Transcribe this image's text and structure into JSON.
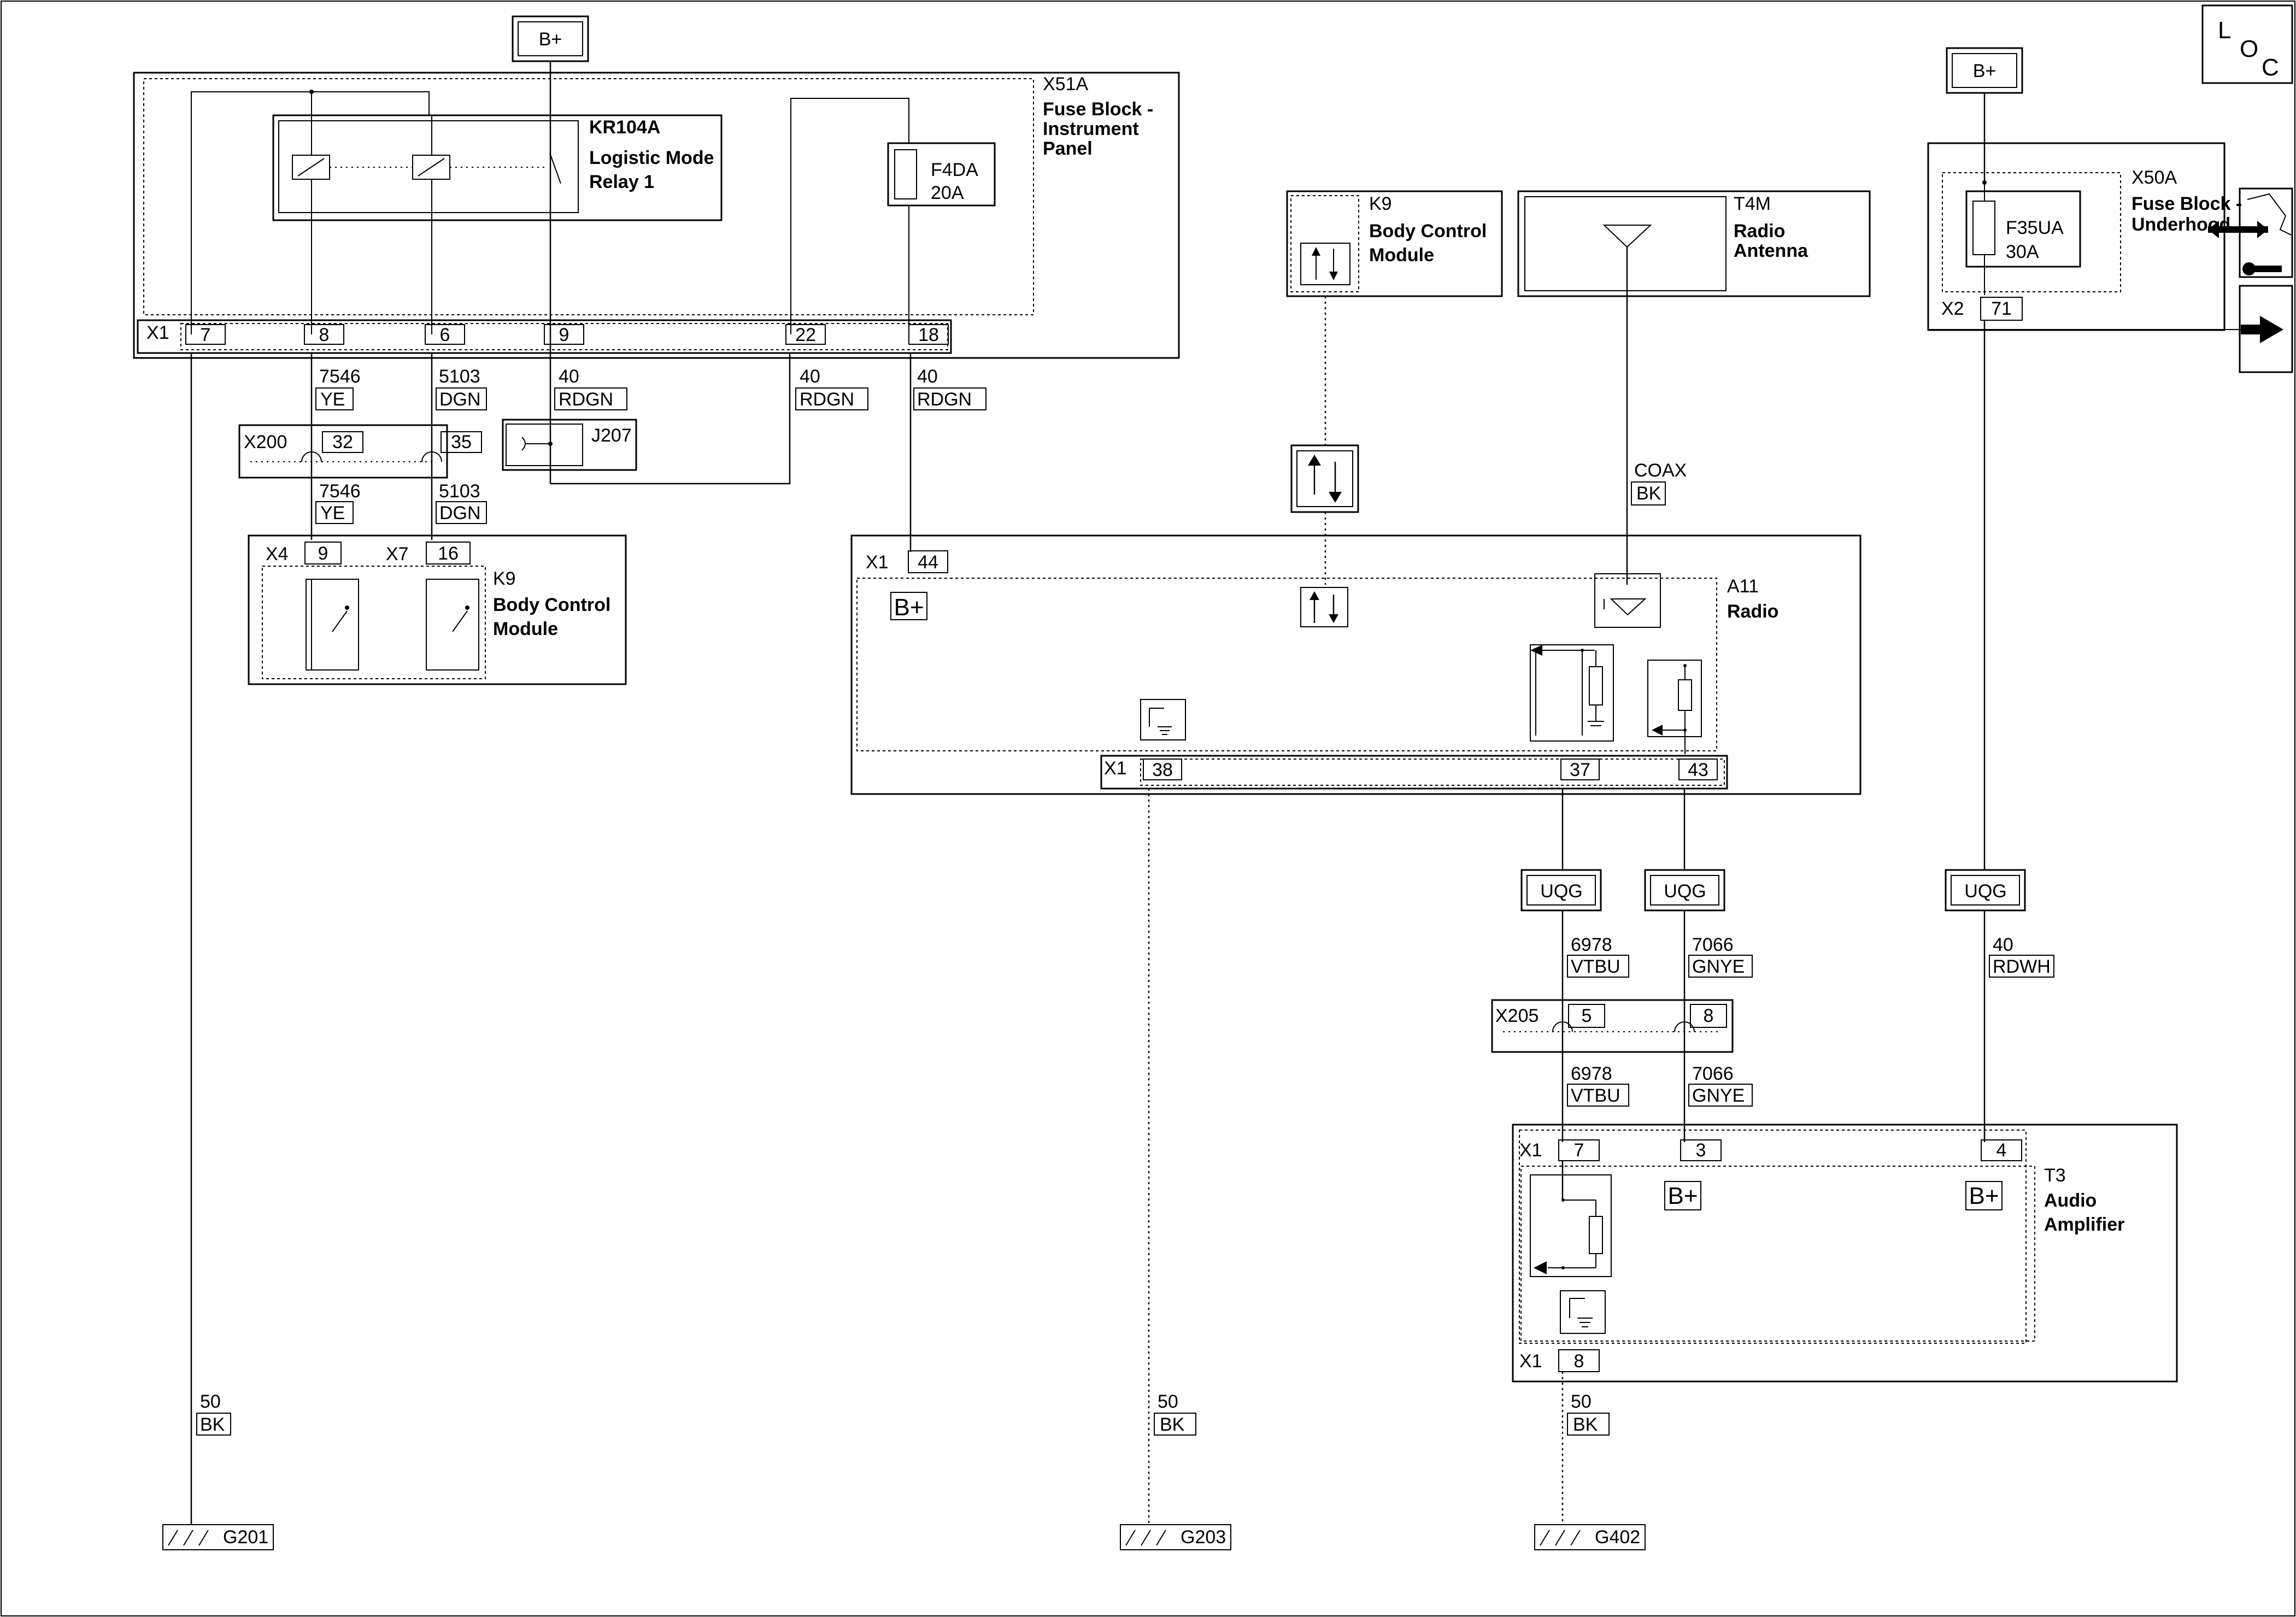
{
  "diagram": {
    "supply_top": "B+",
    "supply_right": "B+",
    "x51a": {
      "id": "X51A",
      "name": [
        "Fuse Block -",
        "Instrument",
        "Panel"
      ],
      "conn": "X1",
      "pins": [
        "7",
        "8",
        "6",
        "9",
        "22",
        "18"
      ]
    },
    "relay": {
      "id": "KR104A",
      "name": [
        "Logistic Mode",
        "Relay 1"
      ]
    },
    "fuse_f4da": {
      "id": "F4DA",
      "rating": "20A"
    },
    "x50a": {
      "id": "X50A",
      "name": [
        "Fuse Block -",
        "Underhood"
      ],
      "conn": "X2",
      "pin": "71"
    },
    "fuse_f35ua": {
      "id": "F35UA",
      "rating": "30A"
    },
    "k9_top": {
      "id": "K9",
      "name": [
        "Body Control",
        "Module"
      ]
    },
    "t4m": {
      "id": "T4M",
      "name": [
        "Radio",
        "Antenna"
      ]
    },
    "coax": {
      "label": "COAX",
      "color": "BK"
    },
    "wires_x51a": [
      {
        "circuit": "7546",
        "color": "YE"
      },
      {
        "circuit": "5103",
        "color": "DGN"
      },
      {
        "circuit": "40",
        "color": "RDGN"
      },
      {
        "circuit": "40",
        "color": "RDGN"
      },
      {
        "circuit": "40",
        "color": "RDGN"
      }
    ],
    "x200": {
      "id": "X200",
      "pins": [
        "32",
        "35"
      ]
    },
    "j207": "J207",
    "wires_x200": [
      {
        "circuit": "7546",
        "color": "YE"
      },
      {
        "circuit": "5103",
        "color": "DGN"
      }
    ],
    "k9_left": {
      "id": "K9",
      "name": [
        "Body Control",
        "Module"
      ],
      "conns": [
        "X4",
        "X7"
      ],
      "pins": [
        "9",
        "16"
      ]
    },
    "a11": {
      "id": "A11",
      "name": [
        "Radio"
      ],
      "conn_top": "X1",
      "pin_top": "44",
      "bplus": "B+",
      "conn_bottom": "X1",
      "pins_bottom": [
        "38",
        "37",
        "43"
      ]
    },
    "uqg": [
      "UQG",
      "UQG",
      "UQG"
    ],
    "wires_uqg": [
      {
        "circuit": "6978",
        "color": "VTBU"
      },
      {
        "circuit": "7066",
        "color": "GNYE"
      },
      {
        "circuit": "40",
        "color": "RDWH"
      }
    ],
    "x205": {
      "id": "X205",
      "pins": [
        "5",
        "8"
      ]
    },
    "wires_x205": [
      {
        "circuit": "6978",
        "color": "VTBU"
      },
      {
        "circuit": "7066",
        "color": "GNYE"
      }
    ],
    "t3": {
      "id": "T3",
      "name": [
        "Audio",
        "Amplifier"
      ],
      "conn_top": "X1",
      "pins_top": [
        "7",
        "3",
        "4"
      ],
      "bplus": [
        "B+",
        "B+"
      ],
      "conn_bottom": "X1",
      "pin_bottom": "8"
    },
    "ground_wires": [
      {
        "circuit": "50",
        "color": "BK"
      },
      {
        "circuit": "50",
        "color": "BK"
      },
      {
        "circuit": "50",
        "color": "BK"
      }
    ],
    "grounds": [
      "G201",
      "G203",
      "G402"
    ],
    "loc": {
      "l": "L",
      "o": "O",
      "c": "C"
    }
  }
}
